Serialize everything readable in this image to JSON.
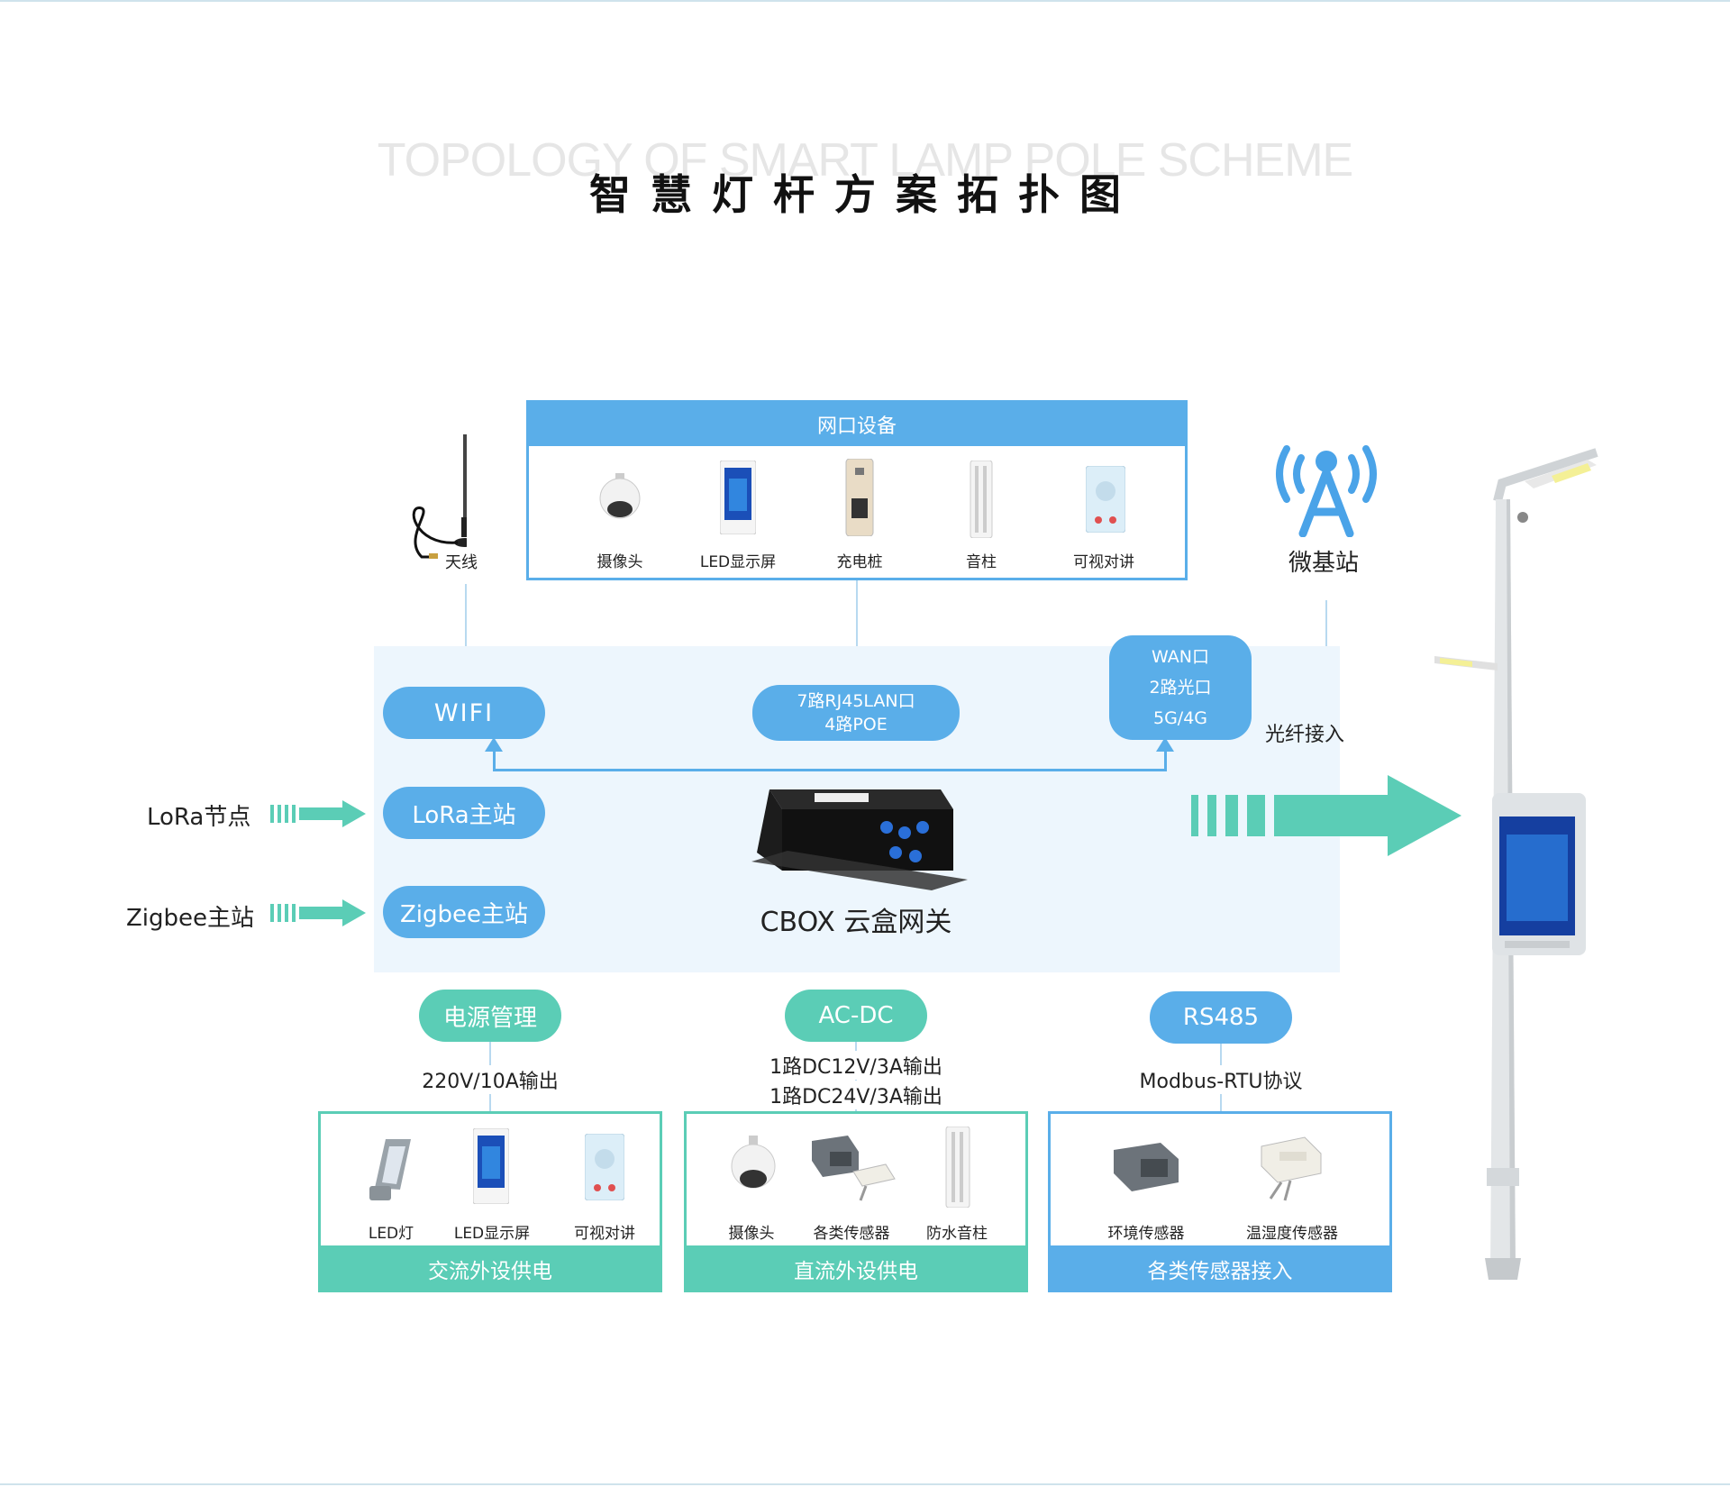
{
  "header": {
    "bg_title": "TOPOLOGY OF SMART LAMP POLE SCHEME",
    "title": "智慧灯杆方案拓扑图"
  },
  "network_devices": {
    "title": "网口设备",
    "items": [
      "摄像头",
      "LED显示屏",
      "充电桩",
      "音柱",
      "可视对讲"
    ]
  },
  "antenna": {
    "label": "天线"
  },
  "micro_station": {
    "label": "微基站"
  },
  "gateway": {
    "wifi": "WIFI",
    "lan_line1": "7路RJ45LAN口",
    "lan_line2": "4路POE",
    "wan_line1": "WAN口",
    "wan_line2": "2路光口",
    "wan_line3": "5G/4G",
    "fiber": "光纤接入",
    "lora_master": "LoRa主站",
    "zigbee_master": "Zigbee主站",
    "device_name": "CBOX 云盒网关"
  },
  "inputs": {
    "lora_node": "LoRa节点",
    "zigbee_master": "Zigbee主站"
  },
  "power": {
    "pill": "电源管理",
    "desc": "220V/10A输出",
    "items": [
      "LED灯",
      "LED显示屏",
      "可视对讲"
    ],
    "footer": "交流外设供电"
  },
  "acdc": {
    "pill": "AC-DC",
    "desc_line1": "1路DC12V/3A输出",
    "desc_line2": "1路DC24V/3A输出",
    "items": [
      "摄像头",
      "各类传感器",
      "防水音柱"
    ],
    "footer": "直流外设供电"
  },
  "rs485": {
    "pill": "RS485",
    "desc": "Modbus-RTU协议",
    "items": [
      "环境传感器",
      "温湿度传感器"
    ],
    "footer": "各类传感器接入"
  },
  "colors": {
    "blue": "#5aaee9",
    "green": "#5bcdb6",
    "panel": "#edf6fd"
  }
}
